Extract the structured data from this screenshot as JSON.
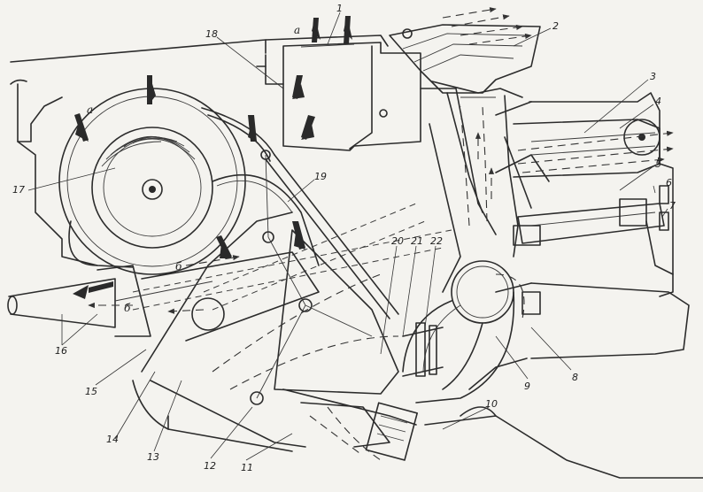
{
  "callouts": {
    "c1": "1",
    "c2": "2",
    "c3": "3",
    "c4": "4",
    "c5": "5",
    "c6": "6",
    "c7": "7",
    "c8": "8",
    "c9": "9",
    "c10": "10",
    "c11": "11",
    "c12": "12",
    "c13": "13",
    "c14": "14",
    "c15": "15",
    "c16": "16",
    "c17": "17",
    "c18": "18",
    "c19": "19",
    "c20": "20",
    "c21": "21",
    "c22": "22"
  },
  "flow_letters": {
    "a_top": "a",
    "a_left": "a",
    "b_upper": "б",
    "b_lower": "б"
  }
}
